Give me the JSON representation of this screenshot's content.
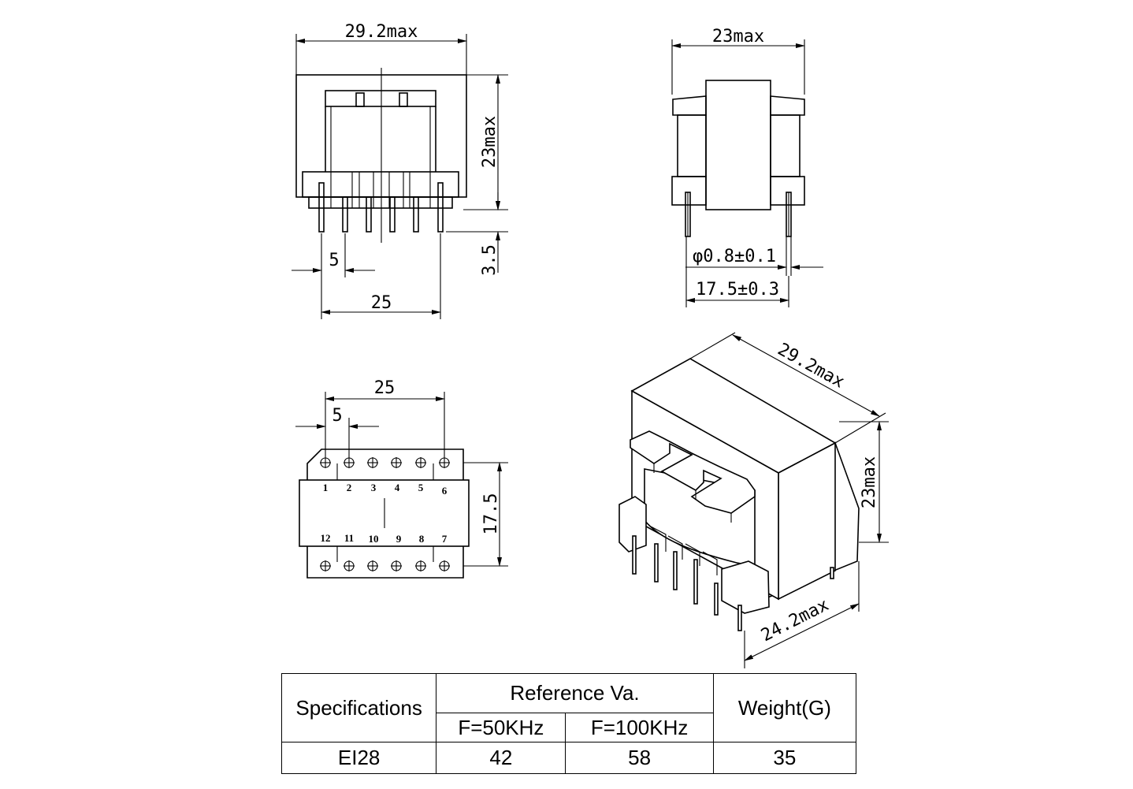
{
  "front_view": {
    "width_dim": "29.2max",
    "height_dim": "23max",
    "pin_length_dim": "3.5",
    "pitch_dim": "5",
    "span_dim": "25"
  },
  "side_view": {
    "width_dim": "23max",
    "pin_dia_dim": "φ0.8±0.1",
    "row_spacing_dim": "17.5±0.3"
  },
  "bottom_view": {
    "span_dim": "25",
    "pitch_dim": "5",
    "row_spacing_dim": "17.5",
    "top_pins": [
      "1",
      "2",
      "3",
      "4",
      "5",
      "6"
    ],
    "bottom_pins": [
      "12",
      "11",
      "10",
      "9",
      "8",
      "7"
    ]
  },
  "iso_view": {
    "length_dim": "29.2max",
    "height_dim": "23max",
    "depth_dim": "24.2max"
  },
  "table": {
    "col_spec": "Specifications",
    "col_ref": "Reference Va.",
    "col_f1": "F=50KHz",
    "col_f2": "F=100KHz",
    "col_weight": "Weight(G)",
    "row": {
      "spec": "EI28",
      "va_50": "42",
      "va_100": "58",
      "weight": "35"
    }
  }
}
